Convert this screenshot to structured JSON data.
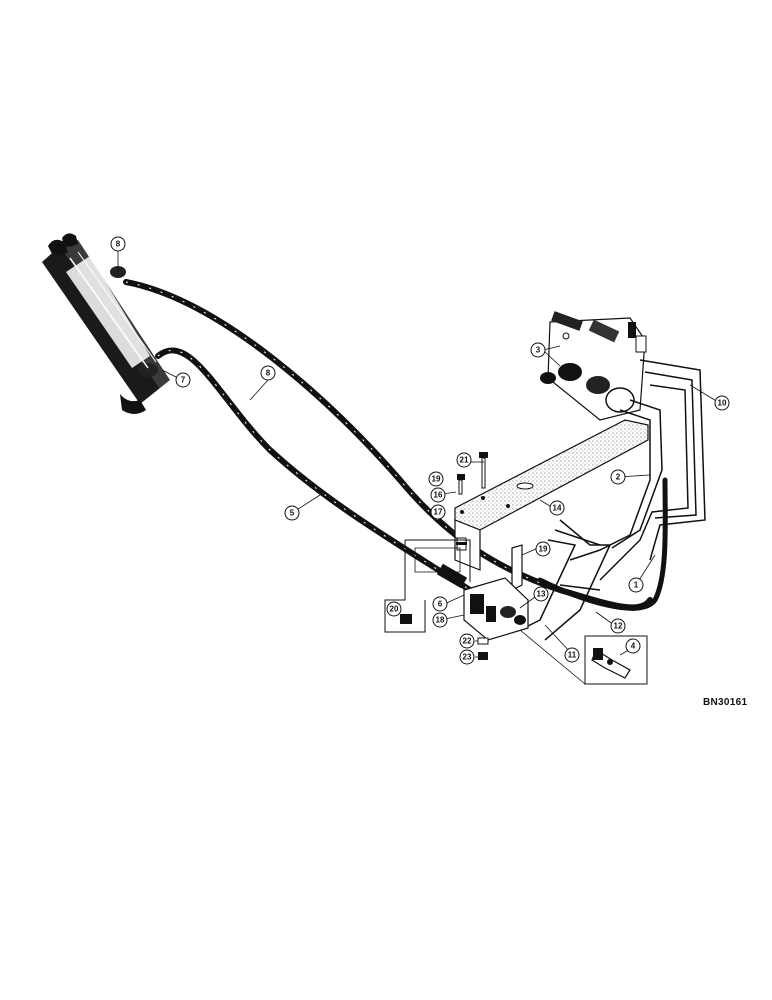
{
  "reference_code": "BN30161",
  "callouts": {
    "c1": "1",
    "c2": "2",
    "c3": "3",
    "c4": "4",
    "c5": "5",
    "c6": "6",
    "c7": "7",
    "c8a": "8",
    "c8b": "8",
    "c10": "10",
    "c11": "11",
    "c12": "12",
    "c13": "13",
    "c14": "14",
    "c16": "16",
    "c17": "17",
    "c18": "18",
    "c19": "19",
    "c19b": "19",
    "c20": "20",
    "c21": "21",
    "c22": "22",
    "c23": "23"
  },
  "colors": {
    "ink": "#111111",
    "paper": "#ffffff",
    "shade": "#bfbfbf"
  }
}
